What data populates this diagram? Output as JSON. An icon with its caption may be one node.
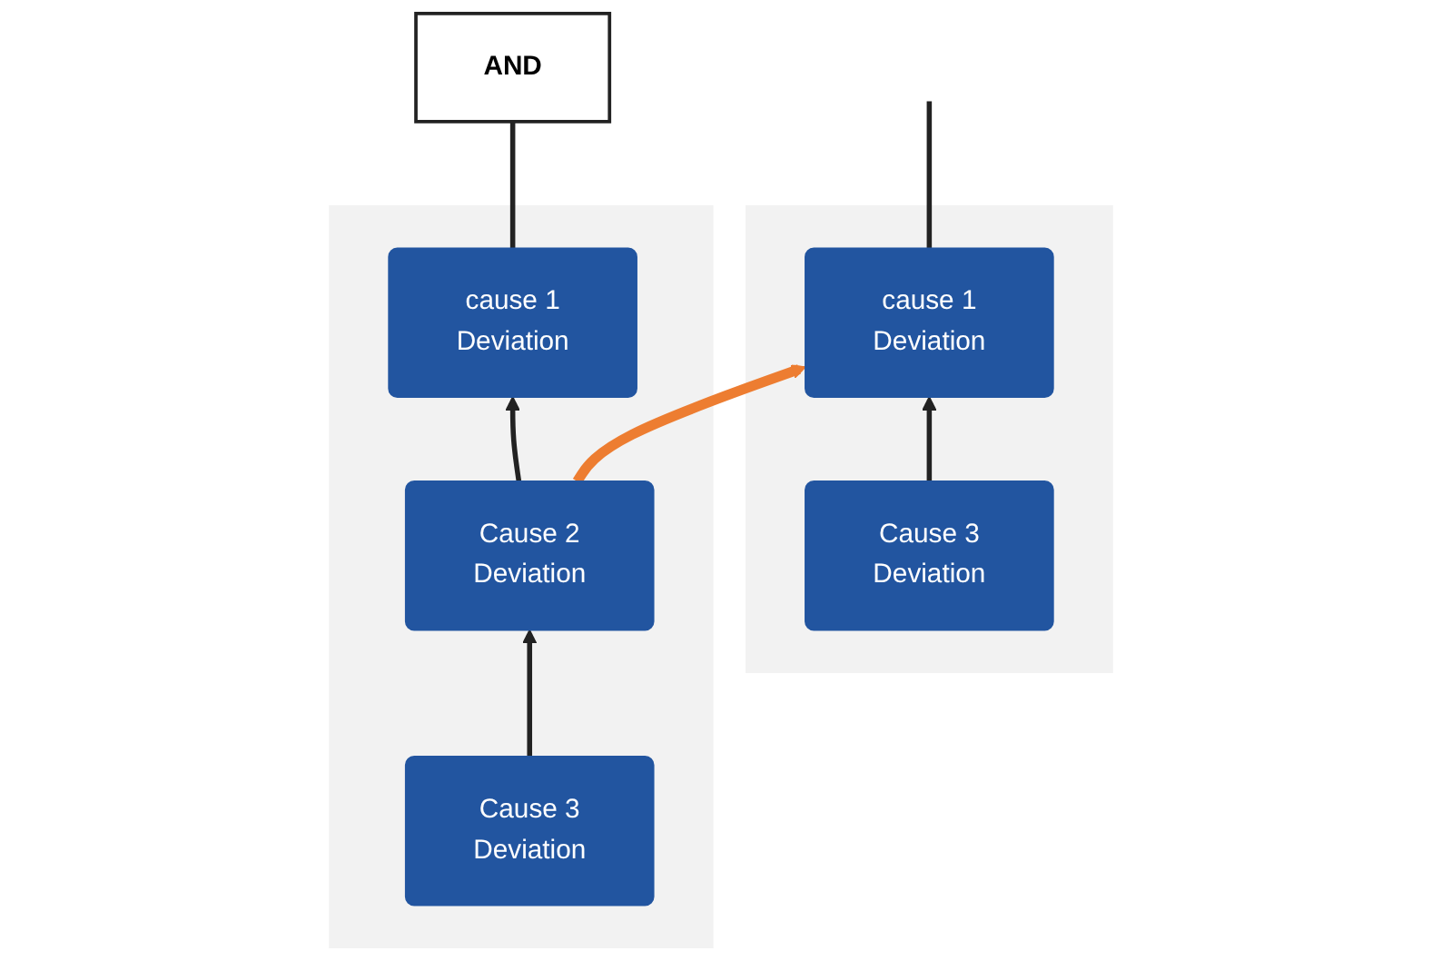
{
  "diagram": {
    "nodes": [
      {
        "text": [],
        "shape": "box"
      },
      {
        "text": [
          "AND"
        ]
      },
      {
        "text": [
          "cause 1",
          "Deviation"
        ],
        "in": 0
      },
      {
        "text": [
          "Cause 2",
          "Deviation"
        ],
        "in": 0
      },
      {
        "text": [
          "Cause 3",
          "Deviation"
        ],
        "in": 0
      },
      {
        "text": [],
        "shape": "box"
      },
      {
        "text": [
          "cause 1",
          "Deviation"
        ],
        "in": 5
      },
      {
        "text": [
          "Cause 3",
          "Deviation"
        ],
        "in": 5
      }
    ],
    "edges": [
      {
        "from": 1,
        "to": 2,
        "arrow": "none"
      },
      {
        "from": 3,
        "to": 2,
        "arrow": "to"
      },
      {
        "from": 4,
        "to": 3,
        "arrow": "to"
      },
      {
        "from": 3,
        "to": 6,
        "arrow": "to",
        "style": "thick",
        "color": "#ed7d31"
      },
      {
        "from": null,
        "to": 6,
        "arrow": "none"
      },
      {
        "from": 7,
        "to": 6,
        "arrow": "to"
      }
    ]
  }
}
